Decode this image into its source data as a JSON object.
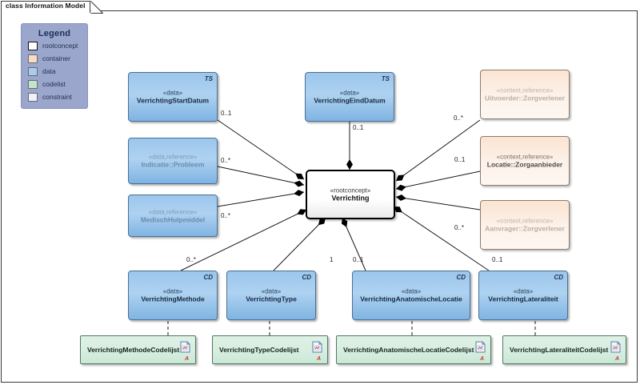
{
  "diagram": {
    "title": "class Information Model",
    "frame_color": "#3a3a3a",
    "background": "#ffffff"
  },
  "legend": {
    "title": "Legend",
    "panel_color": "#9aa6cc",
    "items": [
      {
        "label": "rootconcept",
        "color": "#ffffff",
        "swatch": "sw-rootconcept"
      },
      {
        "label": "container",
        "color": "#f7ddc6",
        "swatch": "sw-container"
      },
      {
        "label": "data",
        "color": "#a8cdee",
        "swatch": "sw-data"
      },
      {
        "label": "codelist",
        "color": "#c3e5cf",
        "swatch": "sw-codelist"
      },
      {
        "label": "constraint",
        "color": "#eef0fa",
        "swatch": "sw-constraint"
      }
    ]
  },
  "nodes": {
    "root": {
      "stereotype": "«rootconcept»",
      "name": "Verrichting",
      "tag": ""
    },
    "start_datum": {
      "stereotype": "«data»",
      "name": "VerrichtingStartDatum",
      "tag": "TS"
    },
    "eind_datum": {
      "stereotype": "«data»",
      "name": "VerrichtingEindDatum",
      "tag": "TS"
    },
    "indicatie": {
      "stereotype": "«data,reference»",
      "name": "Indicatie::Probleem",
      "tag": ""
    },
    "hulpmiddel": {
      "stereotype": "«data,reference»",
      "name": "MedischHulpmiddel",
      "tag": ""
    },
    "uitvoerder": {
      "stereotype": "«context,reference»",
      "name": "Uitvoerder::Zorgverlener",
      "tag": ""
    },
    "locatie": {
      "stereotype": "«context,reference»",
      "name": "Locatie::Zorgaanbieder",
      "tag": ""
    },
    "aanvrager": {
      "stereotype": "«context,reference»",
      "name": "Aanvrager::Zorgverlener",
      "tag": ""
    },
    "methode": {
      "stereotype": "«data»",
      "name": "VerrichtingMethode",
      "tag": "CD"
    },
    "type": {
      "stereotype": "«data»",
      "name": "VerrichtingType",
      "tag": "CD"
    },
    "anatomische_locatie": {
      "stereotype": "«data»",
      "name": "VerrichtingAnatomischeLocatie",
      "tag": "CD"
    },
    "lateraliteit": {
      "stereotype": "«data»",
      "name": "VerrichtingLateraliteit",
      "tag": "CD"
    }
  },
  "codelists": {
    "methode": {
      "name": "VerrichtingMethodeCodelijst",
      "marker": "A"
    },
    "type": {
      "name": "VerrichtingTypeCodelijst",
      "marker": "A"
    },
    "anatomische_locatie": {
      "name": "VerrichtingAnatomischeLocatieCodelijst",
      "marker": "A"
    },
    "lateraliteit": {
      "name": "VerrichtingLateraliteitCodelijst",
      "marker": "A"
    }
  },
  "multiplicities": {
    "start_datum": "0..1",
    "eind_datum": "0..1",
    "indicatie": "0..*",
    "hulpmiddel": "0..*",
    "uitvoerder": "0..*",
    "locatie": "0..1",
    "aanvrager": "0..*",
    "methode": "0..*",
    "type": "1",
    "anatomische_locatie": "0..1",
    "lateraliteit": "0..1"
  }
}
